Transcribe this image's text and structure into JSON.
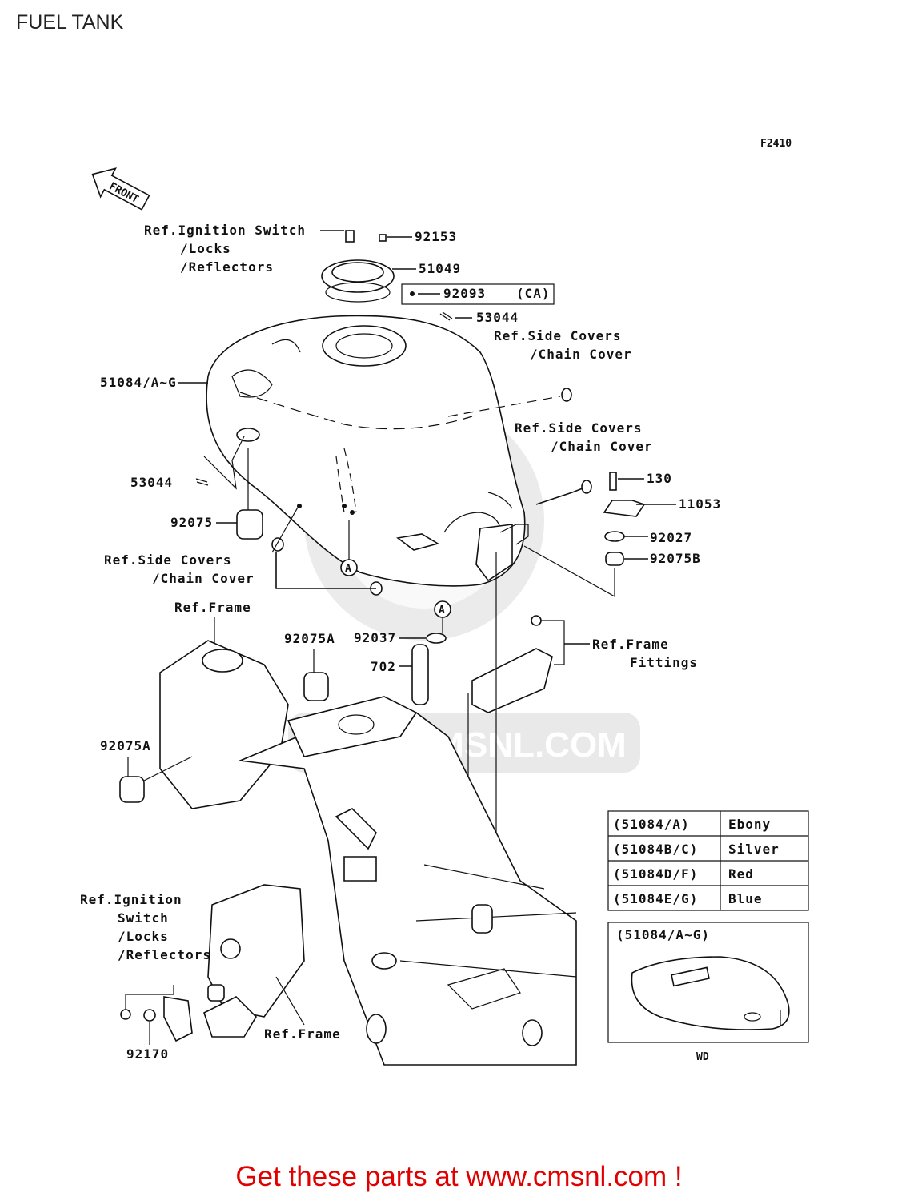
{
  "page_title": "FUEL TANK",
  "diagram_code": "F2410",
  "front_label": "FRONT",
  "callouts": {
    "ref_ignition_top": [
      "Ref.Ignition Switch",
      "/Locks",
      "/Reflectors"
    ],
    "p92153": "92153",
    "p51049": "51049",
    "p92093": "92093",
    "ca": "(CA)",
    "p53044_top": "53044",
    "ref_side_1": [
      "Ref.Side Covers",
      "/Chain Cover"
    ],
    "p51084": "51084/A~G",
    "ref_side_2": [
      "Ref.Side Covers",
      "/Chain Cover"
    ],
    "p130": "130",
    "p11053": "11053",
    "p53044_left": "53044",
    "p92027": "92027",
    "p92075B": "92075B",
    "p92075": "92075",
    "ref_side_3": [
      "Ref.Side Covers",
      "/Chain Cover"
    ],
    "marker_a": "A",
    "ref_frame_top": "Ref.Frame",
    "p92075A_upper": "92075A",
    "p92037": "92037",
    "ref_frame_fittings": [
      "Ref.Frame",
      "Fittings"
    ],
    "p702": "702",
    "p92075A_left": "92075A",
    "ref_ignition_bottom": [
      "Ref.Ignition",
      "Switch",
      "/Locks",
      "/Reflectors"
    ],
    "ref_frame_bottom": "Ref.Frame",
    "p92170": "92170"
  },
  "color_table": [
    {
      "part": "(51084/A)",
      "color": "Ebony"
    },
    {
      "part": "(51084B/C)",
      "color": "Silver"
    },
    {
      "part": "(51084D/F)",
      "color": "Red"
    },
    {
      "part": "(51084E/G)",
      "color": "Blue"
    }
  ],
  "inset": {
    "label": "(51084/A~G)",
    "caption": "WD"
  },
  "watermark": "WWW.CMSNL.COM",
  "footer": "Get these parts at www.cmsnl.com !"
}
